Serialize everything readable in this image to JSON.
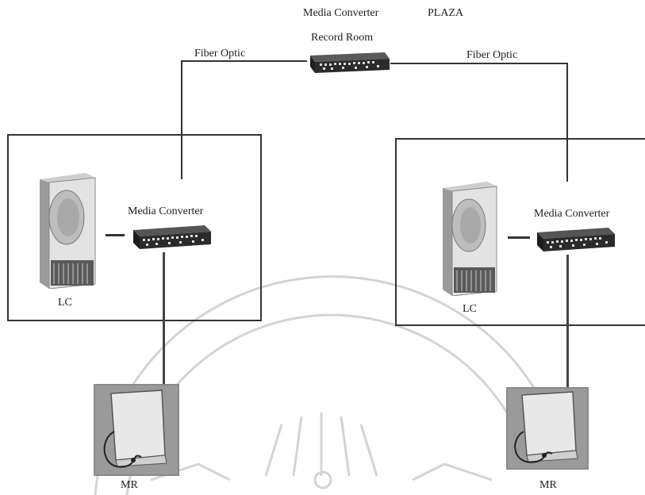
{
  "top": {
    "media_converter_label": "Media Converter",
    "plaza_label": "PLAZA",
    "record_room_label": "Record Room"
  },
  "links": {
    "left_fiber_label": "Fiber Optic",
    "right_fiber_label": "Fiber Optic"
  },
  "left_site": {
    "media_converter_label": "Media Converter",
    "lc_label": "LC",
    "mr_label": "MR"
  },
  "right_site": {
    "media_converter_label": "Media Converter",
    "lc_label": "LC",
    "mr_label": "MR"
  },
  "icons": {
    "media_converter": "rack-switch-icon",
    "lc": "cabinet-server-icon",
    "mr": "mr-device-photo-icon"
  },
  "colors": {
    "line": "#333333",
    "device_dark": "#2b2b2b",
    "photo_bg": "#8a8a8a",
    "watermark": "#cfcfcf"
  }
}
